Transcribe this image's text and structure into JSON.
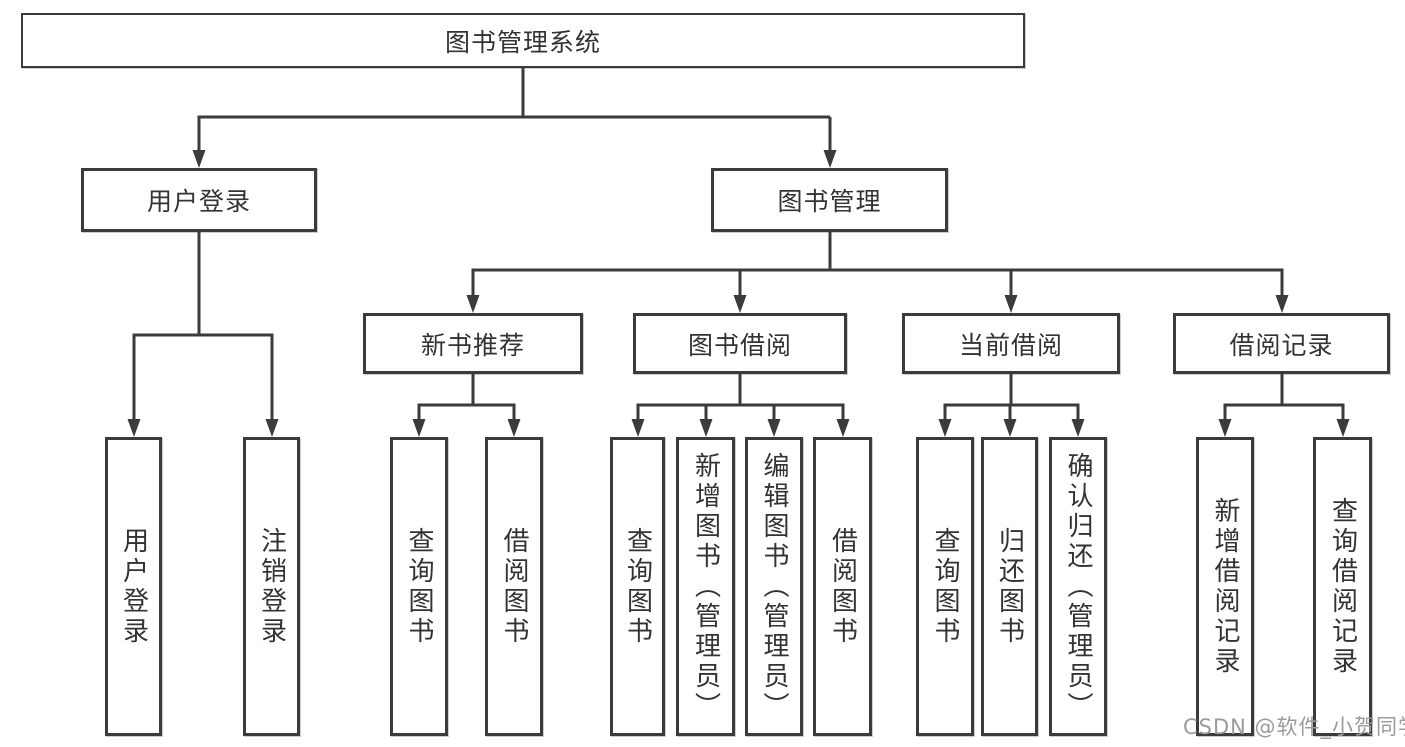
{
  "tree": {
    "root": "图书管理系统",
    "user_login": {
      "label": "用户登录",
      "children": [
        "用户登录",
        "注销登录"
      ]
    },
    "book_mgmt": {
      "label": "图书管理",
      "children": [
        {
          "label": "新书推荐",
          "children": [
            "查询图书",
            "借阅图书"
          ]
        },
        {
          "label": "图书借阅",
          "children": [
            "查询图书",
            "新增图书（管理员）",
            "编辑图书（管理员）",
            "借阅图书"
          ]
        },
        {
          "label": "当前借阅",
          "children": [
            "查询图书",
            "归还图书",
            "确认归还（管理员）"
          ]
        },
        {
          "label": "借阅记录",
          "children": [
            "新增借阅记录",
            "查询借阅记录"
          ]
        }
      ]
    }
  },
  "watermark": "CSDN @软件_小贺同学",
  "colors": {
    "line": "#3b3b3b",
    "text": "#333333",
    "watermark": "#9b9b9b",
    "background": "#ffffff"
  }
}
